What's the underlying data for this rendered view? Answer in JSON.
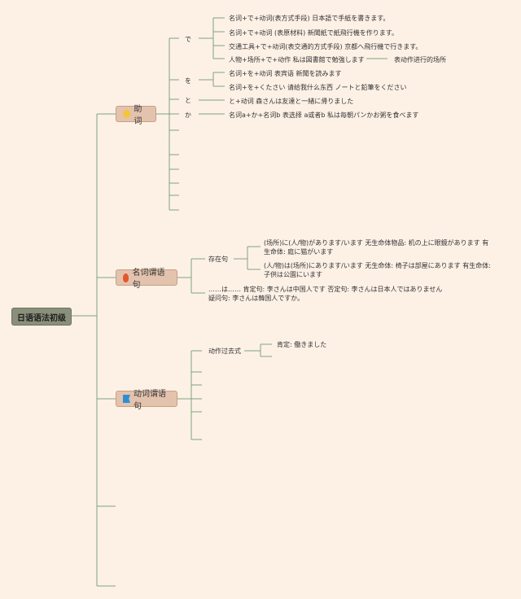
{
  "root": {
    "label": "日语语法初级"
  },
  "branches": [
    {
      "label": "助词",
      "icon": "star-icon",
      "children": [
        {
          "label": "で",
          "items": [
            "名词+で+动词(表方式手段) 日本語で手紙を書きます。",
            "名词+で+动词 (表原材料) 新聞紙で紙飛行機を作ります。",
            "交通工具+で+动词(表交通的方式手段) 京都へ飛行機で行きます。",
            "人物+场所+で+动作 私は図書館で勉強します"
          ],
          "note": "表动作进行的场所"
        },
        {
          "label": "を",
          "items": [
            "名词+を+动词 表宾语 新聞を読みます",
            "名词+を+くたさい 请给我什么东西 ノートと鉛筆をください"
          ]
        },
        {
          "label": "と",
          "items": [
            "と+动词 森さんは友達と一緒に帰りました"
          ]
        },
        {
          "label": "か",
          "items": [
            "名词a+か+名词b 表选择 a或者b 私は毎朝パンかお粥を食べます"
          ]
        }
      ]
    },
    {
      "label": "名词谓语句",
      "icon": "fire-icon",
      "children": [
        {
          "label": "存在句",
          "items": [
            "(场所)に(人/物)があります/います 无生命体物品: 机の上に眼鏡があります 有生命体: 庭に猫がいます",
            "(人/物)は(场所)にあります/います 无生命体: 椅子は部屋にあります 有生命体: 子供は公園にいます"
          ]
        },
        {
          "label": "……は…… 肯定句: 李さんは中国人です 否定句: 李さんは日本人ではありません 疑问句: 李さんは韓国人ですか。"
        }
      ]
    },
    {
      "label": "动词谓语句",
      "icon": "flag-icon",
      "children": [
        {
          "label": "动作过去式",
          "items": [
            "肯定: 働きました"
          ]
        }
      ]
    }
  ],
  "colors": {
    "line": "#7ea37e",
    "branch_bg": "#e3c3ad",
    "root_bg": "#8a8f7a",
    "background": "#fdf1e6"
  }
}
